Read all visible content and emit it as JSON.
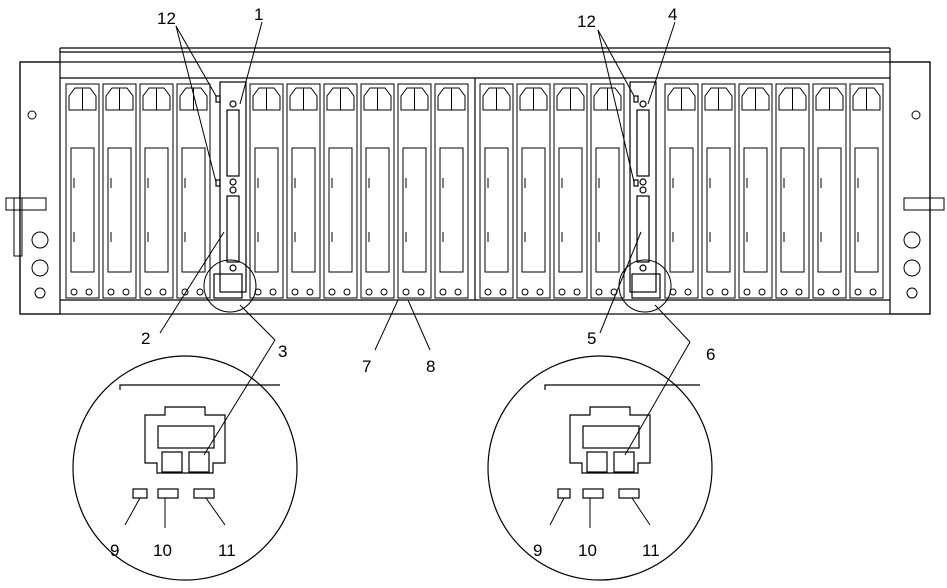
{
  "callouts": {
    "c1": "1",
    "c2": "2",
    "c3": "3",
    "c4": "4",
    "c5": "5",
    "c6": "6",
    "c7": "7",
    "c8": "8",
    "c9_left": "9",
    "c10_left": "10",
    "c11_left": "11",
    "c9_right": "9",
    "c10_right": "10",
    "c11_right": "11",
    "c12_left": "12",
    "c12_right": "12"
  },
  "enclosure": {
    "left_bank_slots": 10,
    "right_bank_slots": 10
  },
  "colors": {
    "line": "#000000",
    "background": "#ffffff"
  }
}
